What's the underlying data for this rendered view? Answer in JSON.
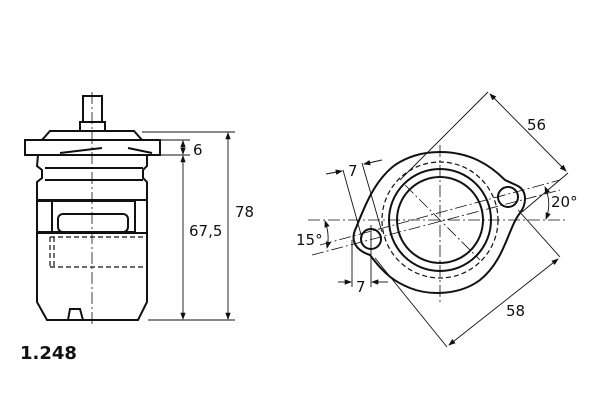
{
  "part_number": "1.248",
  "side_view": {
    "dimensions": {
      "flange_thickness": "6",
      "body_height": "67,5",
      "total_height": "78"
    }
  },
  "top_view": {
    "dimensions": {
      "width_across": "56",
      "length_across": "58",
      "hole_offset_top": "7",
      "hole_offset_bottom": "7",
      "angle_right": "20°",
      "angle_left": "15°"
    }
  }
}
